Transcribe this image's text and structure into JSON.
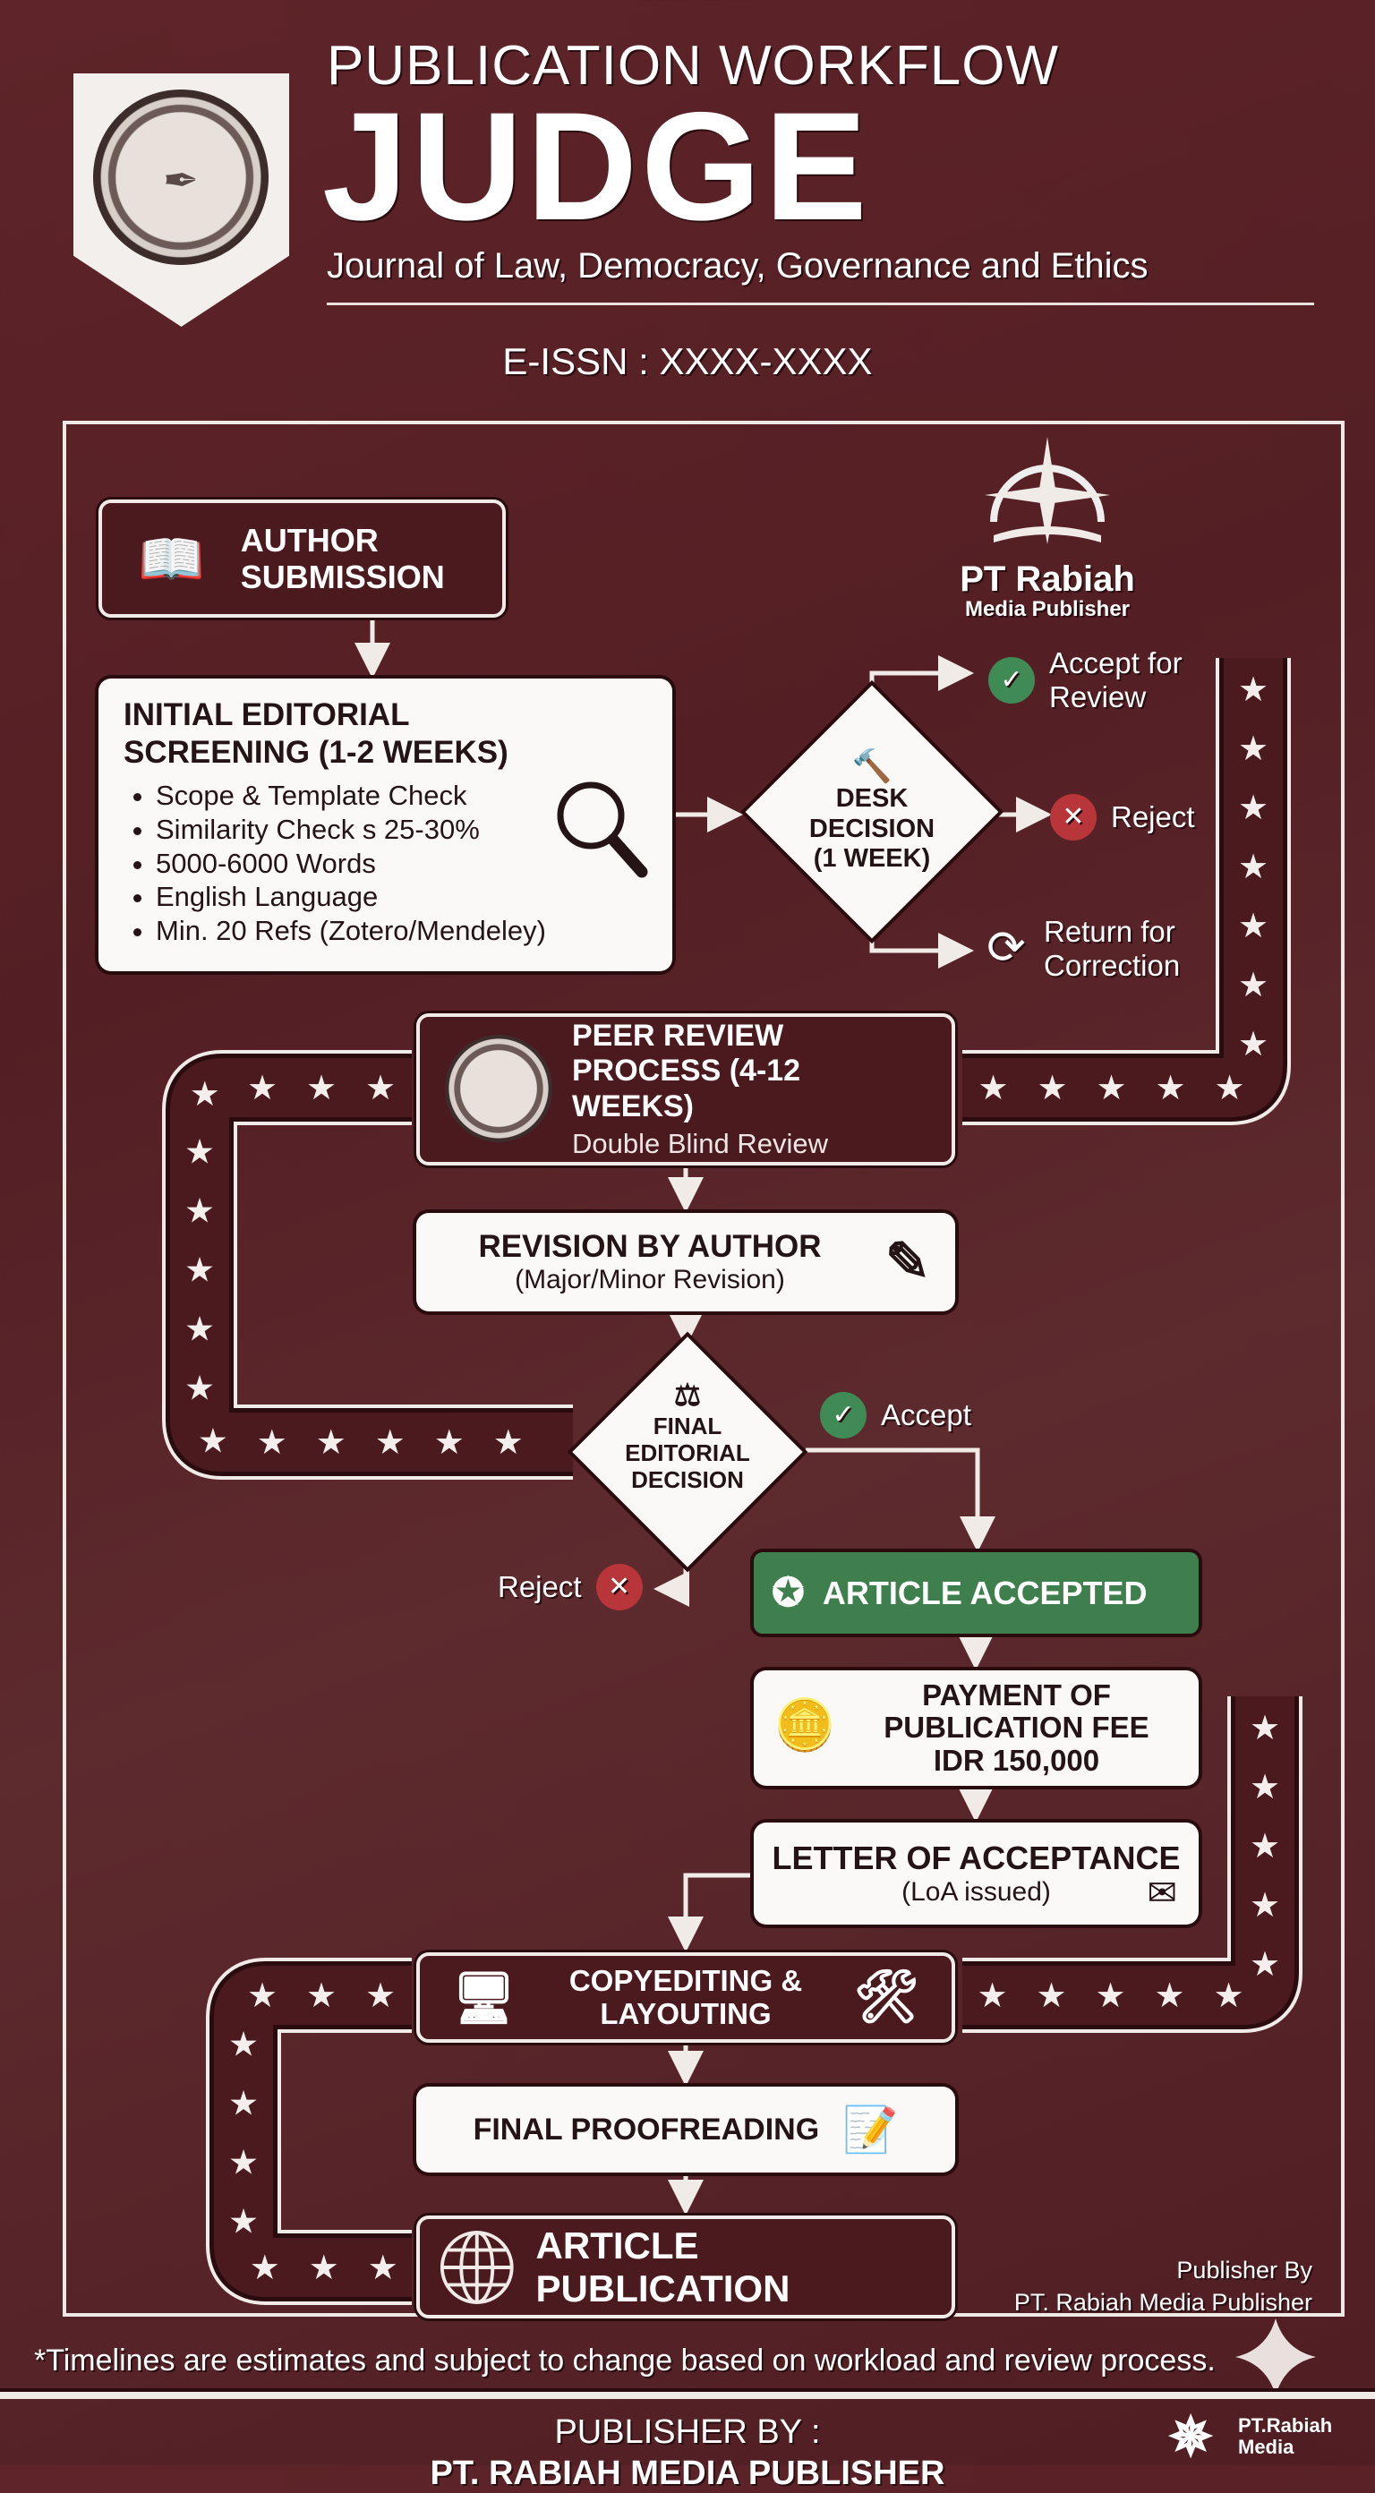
{
  "header": {
    "title_top": "PUBLICATION WORKFLOW",
    "title_main": "JUDGE",
    "subtitle": "Journal of Law, Democracy, Governance and Ethics",
    "issn": "E-ISSN : XXXX-XXXX"
  },
  "publisher_logo": {
    "name": "PT Rabiah",
    "sub": "Media Publisher"
  },
  "steps": {
    "author_submission": "AUTHOR SUBMISSION",
    "screening": {
      "title": "INITIAL EDITORIAL SCREENING (1-2 WEEKS)",
      "items": [
        "Scope & Template Check",
        "Similarity Check s 25-30%",
        "5000-6000 Words",
        "English Language",
        "Min. 20 Refs (Zotero/Mendeley)"
      ]
    },
    "desk_decision": {
      "l1": "DESK",
      "l2": "DECISION",
      "l3": "(1 WEEK)"
    },
    "desk_outcomes": {
      "accept": "Accept for Review",
      "reject": "Reject",
      "return": "Return for Correction"
    },
    "peer_review": {
      "title": "PEER REVIEW PROCESS (4-12 WEEKS)",
      "sub": "Double Blind Review"
    },
    "revision": {
      "title": "REVISION BY AUTHOR",
      "sub": "(Major/Minor Revision)"
    },
    "final_decision": {
      "l1": "FINAL",
      "l2": "EDITORIAL",
      "l3": "DECISION"
    },
    "final_outcomes": {
      "accept": "Accept",
      "reject": "Reject"
    },
    "article_accepted": "ARTICLE ACCEPTED",
    "payment": {
      "l1": "PAYMENT OF",
      "l2": "PUBLICATION FEE",
      "l3": "IDR 150,000"
    },
    "loa": {
      "title": "LETTER OF ACCEPTANCE",
      "sub": "(LoA issued)"
    },
    "copyediting": {
      "l1": "COPYEDITING &",
      "l2": "LAYOUTING"
    },
    "proofreading": "FINAL PROOFREADING",
    "publication": "ARTICLE PUBLICATION"
  },
  "publisher_by": {
    "l1": "Publisher By",
    "l2": "PT. Rabiah Media Publisher"
  },
  "footnote": "*Timelines are estimates and subject to change based on workload and review process.",
  "footer": {
    "label": "PUBLISHER BY :",
    "name": "PT. RABIAH MEDIA PUBLISHER",
    "logo_text": "PT.Rabiah Media"
  },
  "colors": {
    "background": "#5a2227",
    "accept": "#3f8a55",
    "reject": "#b8353a",
    "accepted_box": "#3f7f4e",
    "box": "#fbf9f8"
  }
}
